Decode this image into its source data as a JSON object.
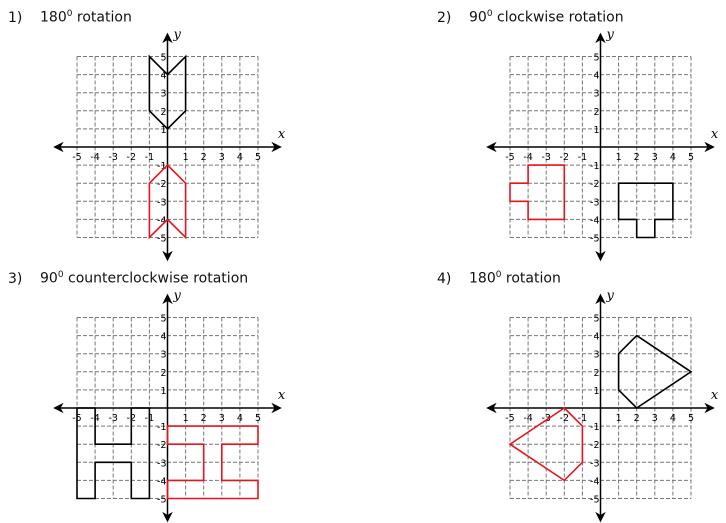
{
  "problems": [
    {
      "number": "1)",
      "deg": "180",
      "sup": "0",
      "text": " rotation",
      "black": [
        [
          -1,
          5
        ],
        [
          0,
          4
        ],
        [
          1,
          5
        ],
        [
          1,
          2
        ],
        [
          0,
          1
        ],
        [
          -1,
          2
        ]
      ],
      "red": [
        [
          0,
          -1
        ],
        [
          1,
          -2
        ],
        [
          1,
          -5
        ],
        [
          0,
          -4
        ],
        [
          -1,
          -5
        ],
        [
          -1,
          -2
        ]
      ]
    },
    {
      "number": "2)",
      "deg": "90",
      "sup": "0",
      "text": " clockwise rotation",
      "black": [
        [
          1,
          -2
        ],
        [
          4,
          -2
        ],
        [
          4,
          -4
        ],
        [
          3,
          -4
        ],
        [
          3,
          -5
        ],
        [
          2,
          -5
        ],
        [
          2,
          -4
        ],
        [
          1,
          -4
        ]
      ],
      "red": [
        [
          -4,
          -1
        ],
        [
          -2,
          -1
        ],
        [
          -2,
          -4
        ],
        [
          -4,
          -4
        ],
        [
          -4,
          -3
        ],
        [
          -5,
          -3
        ],
        [
          -5,
          -2
        ],
        [
          -4,
          -2
        ]
      ]
    },
    {
      "number": "3)",
      "deg": "90",
      "sup": "0",
      "text": " counterclockwise rotation",
      "black": [
        [
          -5,
          0
        ],
        [
          -4,
          0
        ],
        [
          -4,
          -2
        ],
        [
          -2,
          -2
        ],
        [
          -2,
          0
        ],
        [
          -1,
          0
        ],
        [
          -1,
          -5
        ],
        [
          -2,
          -5
        ],
        [
          -2,
          -3
        ],
        [
          -4,
          -3
        ],
        [
          -4,
          -5
        ],
        [
          -5,
          -5
        ]
      ],
      "red": [
        [
          0,
          -1
        ],
        [
          5,
          -1
        ],
        [
          5,
          -2
        ],
        [
          3,
          -2
        ],
        [
          3,
          -4
        ],
        [
          5,
          -4
        ],
        [
          5,
          -5
        ],
        [
          0,
          -5
        ],
        [
          0,
          -4
        ],
        [
          2,
          -4
        ],
        [
          2,
          -2
        ],
        [
          0,
          -2
        ]
      ]
    },
    {
      "number": "4)",
      "deg": "180",
      "sup": "0",
      "text": " rotation",
      "black": [
        [
          2,
          4
        ],
        [
          5,
          2
        ],
        [
          2,
          0
        ],
        [
          1,
          1
        ],
        [
          1,
          3
        ]
      ],
      "red": [
        [
          -2,
          0
        ],
        [
          -1,
          -1
        ],
        [
          -1,
          -3
        ],
        [
          -2,
          -4
        ],
        [
          -5,
          -2
        ]
      ]
    }
  ],
  "axes": {
    "x_label": "x",
    "y_label": "y",
    "ticks": [
      -5,
      -4,
      -3,
      -2,
      -1,
      1,
      2,
      3,
      4,
      5
    ]
  },
  "colors": {
    "original": "#000000",
    "image": "#e8141b",
    "grid": "#777777"
  }
}
